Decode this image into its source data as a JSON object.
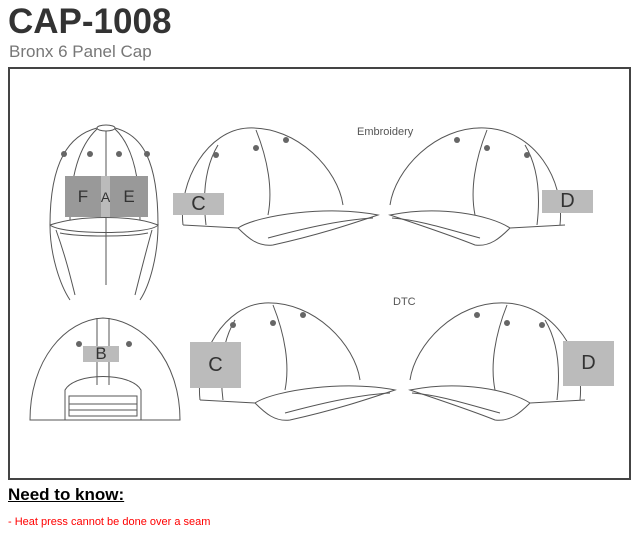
{
  "header": {
    "title": "CAP-1008",
    "subtitle": "Bronx 6 Panel Cap"
  },
  "diagram": {
    "embroidery_label": "Embroidery",
    "dtc_label": "DTC",
    "positions": {
      "f": "F",
      "a": "A",
      "e": "E",
      "b": "B",
      "c": "C",
      "d": "D"
    },
    "colors": {
      "zone_dark": "#999999",
      "zone_light": "#bbbbbb"
    }
  },
  "notes": {
    "heading": "Need to know:",
    "items": [
      "- Heat press cannot be done over a seam"
    ]
  }
}
